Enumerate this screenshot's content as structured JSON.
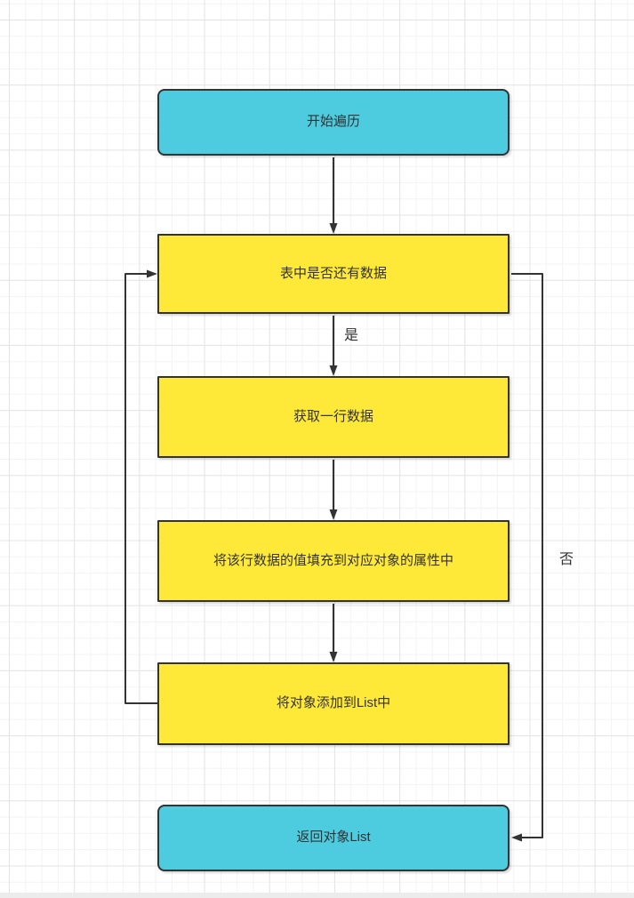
{
  "diagram": {
    "type": "flowchart",
    "nodes": [
      {
        "id": "start",
        "label": "开始遍历",
        "shape": "rounded-terminal",
        "fill": "#4dcbdf"
      },
      {
        "id": "check-data",
        "label": "表中是否还有数据",
        "shape": "process-rect",
        "fill": "#ffe938"
      },
      {
        "id": "get-row",
        "label": "获取一行数据",
        "shape": "process-rect",
        "fill": "#ffe938"
      },
      {
        "id": "fill-object",
        "label": "将该行数据的值填充到对应对象的属性中",
        "shape": "process-rect",
        "fill": "#ffe938"
      },
      {
        "id": "add-to-list",
        "label": "将对象添加到List中",
        "shape": "process-rect",
        "fill": "#ffe938"
      },
      {
        "id": "return-list",
        "label": "返回对象List",
        "shape": "rounded-terminal",
        "fill": "#4dcbdf"
      }
    ],
    "edges": [
      {
        "from": "start",
        "to": "check-data",
        "label": ""
      },
      {
        "from": "check-data",
        "to": "get-row",
        "label": "是"
      },
      {
        "from": "get-row",
        "to": "fill-object",
        "label": ""
      },
      {
        "from": "fill-object",
        "to": "add-to-list",
        "label": ""
      },
      {
        "from": "add-to-list",
        "to": "check-data",
        "label": ""
      },
      {
        "from": "check-data",
        "to": "return-list",
        "label": "否"
      }
    ],
    "colors": {
      "terminal_fill": "#4dcbdf",
      "process_fill": "#ffe938",
      "stroke": "#333333",
      "text": "#333333",
      "grid_minor": "#f3f3f3",
      "grid_major": "#e4e4e4",
      "background": "#ffffff"
    }
  }
}
